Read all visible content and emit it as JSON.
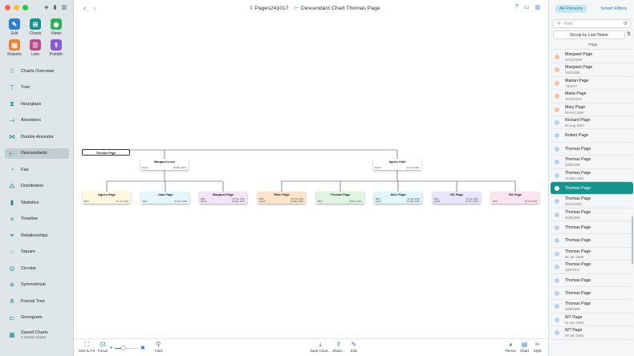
{
  "colors": {
    "accent": "#2a7fd4",
    "teal": "#16958f",
    "female_dot": "#f4c3a1",
    "male_dot": "#b8d3ee"
  },
  "toolbar": {
    "tools": [
      {
        "label": "Edit",
        "icon": "pencil-icon",
        "color": "#2a7fd4",
        "glyph": "✎"
      },
      {
        "label": "Charts",
        "icon": "charts-icon",
        "color": "#16958f",
        "glyph": "⊞"
      },
      {
        "label": "Views",
        "icon": "eye-icon",
        "color": "#2bb35a",
        "glyph": "◉"
      },
      {
        "label": "Reports",
        "icon": "reports-icon",
        "color": "#e8833a",
        "glyph": "▤"
      },
      {
        "label": "Lists",
        "icon": "lists-icon",
        "color": "#c14a8f",
        "glyph": "☰"
      },
      {
        "label": "Publish",
        "icon": "publish-icon",
        "color": "#8a5ad6",
        "glyph": "⇪"
      }
    ]
  },
  "sidebar": {
    "items": [
      {
        "label": "Charts Overview",
        "icon": "grid-icon",
        "glyph": "⁞⁞"
      },
      {
        "label": "Tree",
        "icon": "tree-icon",
        "glyph": "⊤"
      },
      {
        "label": "Hourglass",
        "icon": "hourglass-icon",
        "glyph": "⧗"
      },
      {
        "label": "Ancestors",
        "icon": "ancestors-icon",
        "glyph": "⊣"
      },
      {
        "label": "Double Ancestor",
        "icon": "double-ancestor-icon",
        "glyph": "⋈"
      },
      {
        "label": "Descendants",
        "icon": "descendants-icon",
        "glyph": "⊢"
      },
      {
        "label": "Fan",
        "icon": "fan-icon",
        "glyph": "◔"
      },
      {
        "label": "Distribution",
        "icon": "distribution-icon",
        "glyph": "⁂"
      },
      {
        "label": "Statistics",
        "icon": "statistics-icon",
        "glyph": "▮"
      },
      {
        "label": "Timeline",
        "icon": "timeline-icon",
        "glyph": "≡"
      },
      {
        "label": "Relationships",
        "icon": "relationships-icon",
        "glyph": "⚭"
      },
      {
        "label": "Square",
        "icon": "square-icon",
        "glyph": "⁘"
      },
      {
        "label": "Circular",
        "icon": "circular-icon",
        "glyph": "◎"
      },
      {
        "label": "Symmetrical",
        "icon": "symmetrical-icon",
        "glyph": "⁜"
      },
      {
        "label": "Fractal Tree",
        "icon": "fractal-tree-icon",
        "glyph": "⋔"
      },
      {
        "label": "Genogram",
        "icon": "genogram-icon",
        "glyph": "⊏"
      },
      {
        "label": "Saved Charts",
        "sub": "0 Saved Charts",
        "icon": "saved-charts-icon",
        "glyph": "▦"
      }
    ],
    "active_index": 5
  },
  "header": {
    "document": "Pages241017",
    "chart_title": "Descendant Chart Thomas Page"
  },
  "chart": {
    "root": "Thomas Page",
    "spouse_left": {
      "name": "Margaret Love",
      "label": "Death",
      "value": "22 May 1607"
    },
    "spouse_right": {
      "name": "Agnes Kidd",
      "label": "Death",
      "value": "12 Jun 1633"
    },
    "children": [
      {
        "name": "Agnes Page",
        "color": "#fff8e0",
        "rows": [
          [
            "Birth",
            "04 Jun 1604"
          ]
        ]
      },
      {
        "name": "Joan Page",
        "color": "#e6f7fb",
        "rows": [
          [
            "Birth",
            "16 Dec 1607"
          ]
        ]
      },
      {
        "name": "Margaret Page",
        "color": "#f4e4f8",
        "rows": [
          [
            "Birth",
            "04 Jan 1610"
          ],
          [
            "Death",
            "22 May 1607"
          ]
        ]
      },
      {
        "name": "Ellen Page",
        "color": "#fde3c8",
        "rows": [
          [
            "Birth",
            "25 Oct 1613"
          ],
          [
            "Death",
            "22 May 1629"
          ]
        ]
      },
      {
        "name": "Thomas Page",
        "color": "#dff5e0",
        "rows": [
          [
            "Birth",
            "16 Dec 1621"
          ]
        ]
      },
      {
        "name": "Alice Page",
        "color": "#dff6fa",
        "rows": [
          [
            "Birth",
            "12 Mar 1624"
          ],
          [
            "Death",
            "22 May 1664"
          ]
        ]
      },
      {
        "name": "W1 Page",
        "color": "#e8e4fb",
        "rows": [
          [
            "Birth",
            "26 Jun 1630"
          ],
          [
            "Death",
            "22 Dec 1676"
          ]
        ]
      },
      {
        "name": "W1 Page",
        "color": "#fbe4f0",
        "rows": [
          [
            "Birth",
            "30 Oct 1633"
          ]
        ]
      }
    ]
  },
  "bottombar": {
    "size_to_fit": "Size to Fit",
    "focus": "Focus",
    "find": "Find",
    "save_chart": "Save Chart...",
    "share": "Share...",
    "edit": "Edit",
    "theme": "Theme",
    "chart": "Chart",
    "style": "Style"
  },
  "rpanel": {
    "all_persons": "All Persons",
    "smart_filters": "Smart Filters",
    "find_placeholder": "Find",
    "group_by": "Group by Last Name",
    "col_header": "Page",
    "persons": [
      {
        "name": "Margaret Page",
        "date": "27/12/1698",
        "sex": "f"
      },
      {
        "name": "Margaret Page",
        "date": "18/2/1686",
        "sex": "f"
      },
      {
        "name": "Marian Page",
        "date": "~9/1577",
        "sex": "f"
      },
      {
        "name": "Marie Page",
        "date": "15/10/1616",
        "sex": "f"
      },
      {
        "name": "Mary Page",
        "date": "09 Feb 1590",
        "sex": "f"
      },
      {
        "name": "Richard Page",
        "date": "04 Aug 1583",
        "sex": "m"
      },
      {
        "name": "Robert Page",
        "date": "",
        "sex": "m"
      },
      {
        "name": "Thomas Page",
        "date": "",
        "sex": "m"
      },
      {
        "name": "Thomas Page",
        "date": "20/5/1558",
        "sex": "m"
      },
      {
        "name": "Thomas Page",
        "date": "15 Nov 1601",
        "sex": "m"
      },
      {
        "name": "Thomas Page",
        "date": "",
        "sex": "m",
        "selected": true
      },
      {
        "name": "Thomas Page",
        "date": "20/12/1640",
        "sex": "m"
      },
      {
        "name": "Thomas Page",
        "date": "30/8/1589",
        "sex": "m"
      },
      {
        "name": "Thomas Page",
        "date": "",
        "sex": "m"
      },
      {
        "name": "Thomas Page",
        "date": "",
        "sex": "m"
      },
      {
        "name": "Thomas Page",
        "date": "06 Jan 1606",
        "sex": "m"
      },
      {
        "name": "Thomas Page",
        "date": "18/2/1617",
        "sex": "m"
      },
      {
        "name": "Thomas Page",
        "date": "",
        "sex": "m"
      },
      {
        "name": "Thomas Page",
        "date": "",
        "sex": "m"
      },
      {
        "name": "Thomas Page",
        "date": "28/9/1609",
        "sex": "m"
      },
      {
        "name": "W7 Page",
        "date": "01 Jun 1596",
        "sex": "m"
      },
      {
        "name": "W7 Page",
        "date": "08 Jan 1594",
        "sex": "m"
      }
    ]
  }
}
